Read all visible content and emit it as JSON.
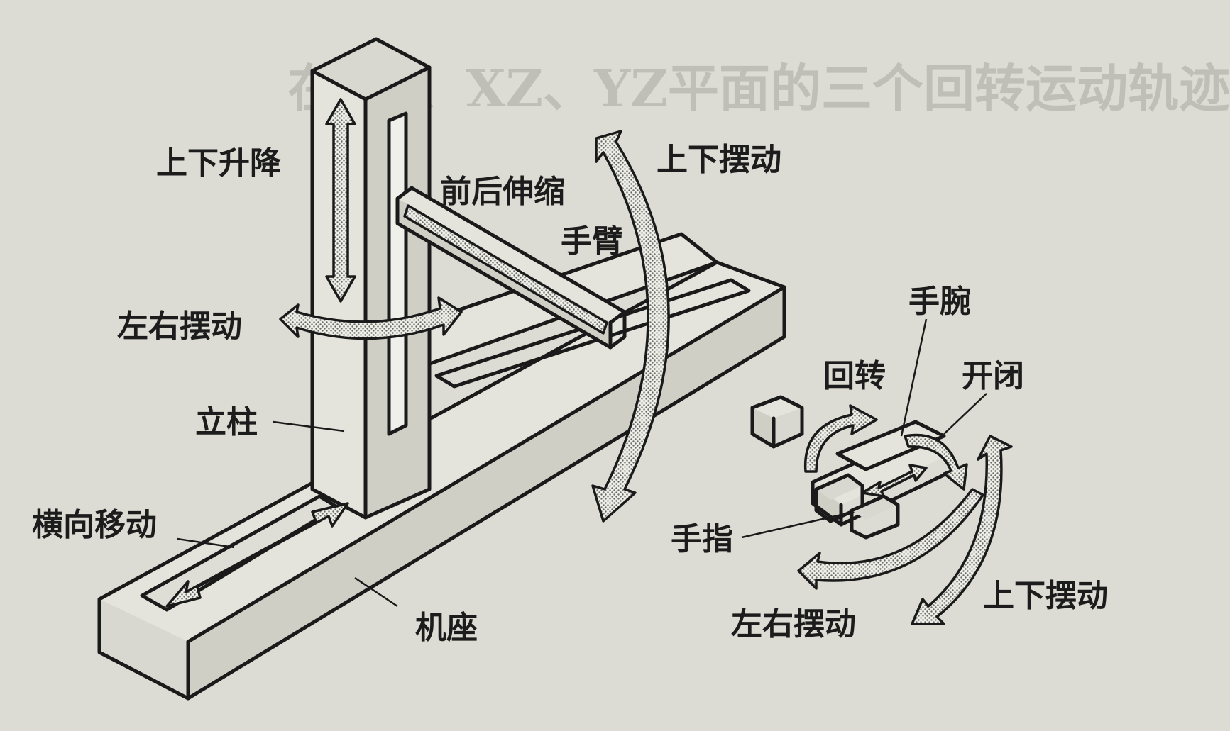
{
  "labels": {
    "lift": "上下升降",
    "extend": "前后伸缩",
    "arm": "手臂",
    "pitch_main": "上下摆动",
    "yaw_main": "左右摆动",
    "column": "立柱",
    "traverse": "横向移动",
    "base": "机座",
    "wrist": "手腕",
    "rotate": "回转",
    "open_close": "开闭",
    "finger": "手指",
    "pitch_wrist": "上下摆动",
    "yaw_wrist": "左右摆动"
  },
  "background_text": {
    "line": "在XY、XZ、YZ平面的三个回转运动轨迹"
  },
  "colors": {
    "paper": "#dcdcd4",
    "ink": "#1a1a1a"
  }
}
